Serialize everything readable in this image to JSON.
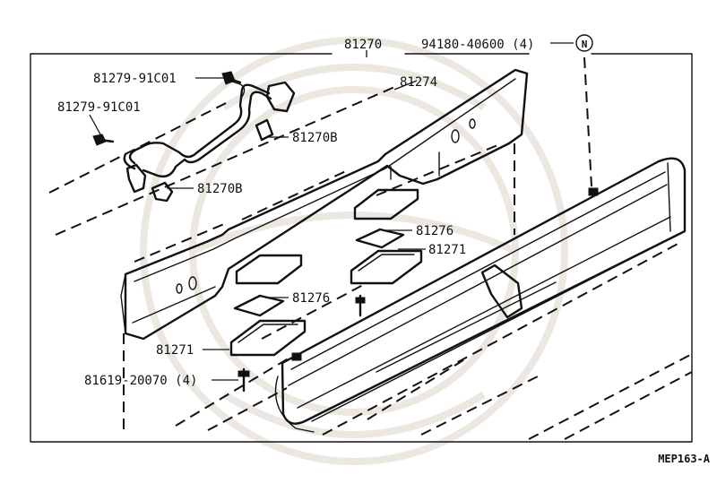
{
  "diagram": {
    "callouts": {
      "part_81270": "81270",
      "part_94180": "94180-40600 (4)",
      "symbol_n": "N",
      "part_81279_upper": "81279-91C01",
      "part_81279_lower": "81279-91C01",
      "part_81274": "81274",
      "part_81270b_upper": "81270B",
      "part_81270b_lower": "81270B",
      "part_81276_right": "81276",
      "part_81271_right": "81271",
      "part_81276_left": "81276",
      "part_81271_left": "81271",
      "part_81619": "81619-20070 (4)"
    },
    "figure_code": "MEP163-A"
  },
  "colors": {
    "ink": "#111111",
    "watermark": "#ece7e0",
    "background": "#ffffff"
  }
}
